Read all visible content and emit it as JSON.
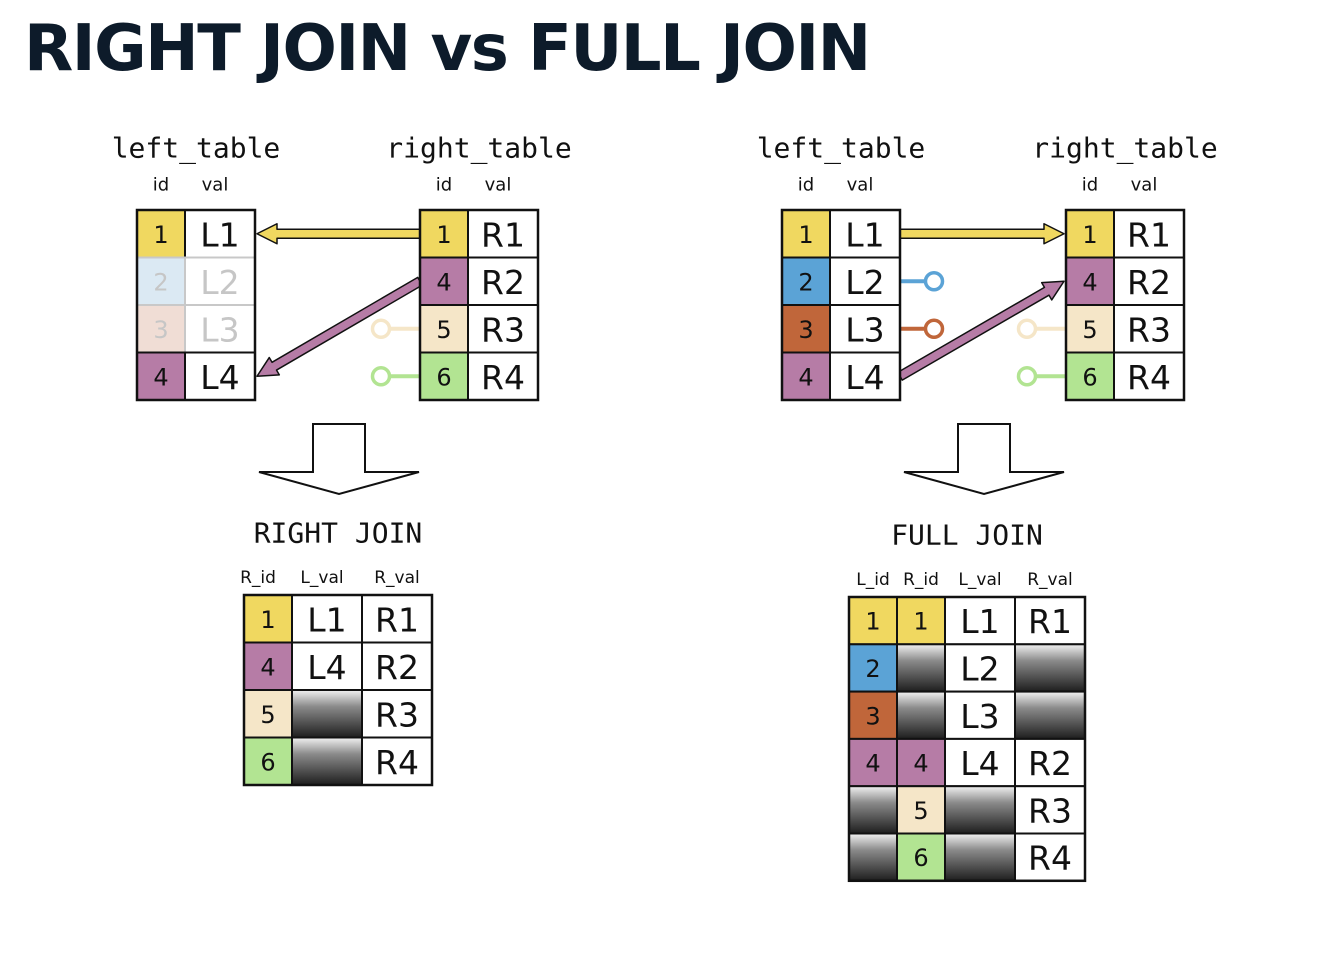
{
  "title": "RIGHT JOIN vs FULL JOIN",
  "colors": {
    "1": "#f0d860",
    "2": "#5ba3d6",
    "3": "#c0663a",
    "4": "#b67ca6",
    "5": "#f5e6c8",
    "6": "#b2e492",
    "2_faded": "#dbe9f3",
    "3_faded": "#f0ddd5",
    "arrow_match": "#f0d860",
    "arrow_match_4": "#b67ca6",
    "dangle_2": "#5ba3d6",
    "dangle_3": "#c0663a",
    "dangle_5": "#f5e6c8",
    "dangle_6": "#b2e492"
  },
  "right_join": {
    "left_table": {
      "name": "left_table",
      "headers": [
        "id",
        "val"
      ],
      "rows": [
        {
          "id": "1",
          "val": "L1",
          "faded": false
        },
        {
          "id": "2",
          "val": "L2",
          "faded": true
        },
        {
          "id": "3",
          "val": "L3",
          "faded": true
        },
        {
          "id": "4",
          "val": "L4",
          "faded": false
        }
      ]
    },
    "right_table": {
      "name": "right_table",
      "headers": [
        "id",
        "val"
      ],
      "rows": [
        {
          "id": "1",
          "val": "R1"
        },
        {
          "id": "4",
          "val": "R2"
        },
        {
          "id": "5",
          "val": "R3"
        },
        {
          "id": "6",
          "val": "R4"
        }
      ]
    },
    "result": {
      "label": "RIGHT JOIN",
      "headers": [
        "R_id",
        "L_val",
        "R_val"
      ],
      "rows": [
        {
          "cells": [
            {
              "id": "1"
            },
            {
              "text": "L1"
            },
            {
              "text": "R1"
            }
          ]
        },
        {
          "cells": [
            {
              "id": "4"
            },
            {
              "text": "L4"
            },
            {
              "text": "R2"
            }
          ]
        },
        {
          "cells": [
            {
              "id": "5"
            },
            {
              "null": true
            },
            {
              "text": "R3"
            }
          ]
        },
        {
          "cells": [
            {
              "id": "6"
            },
            {
              "null": true
            },
            {
              "text": "R4"
            }
          ]
        }
      ]
    }
  },
  "full_join": {
    "left_table": {
      "name": "left_table",
      "headers": [
        "id",
        "val"
      ],
      "rows": [
        {
          "id": "1",
          "val": "L1",
          "faded": false
        },
        {
          "id": "2",
          "val": "L2",
          "faded": false
        },
        {
          "id": "3",
          "val": "L3",
          "faded": false
        },
        {
          "id": "4",
          "val": "L4",
          "faded": false
        }
      ]
    },
    "right_table": {
      "name": "right_table",
      "headers": [
        "id",
        "val"
      ],
      "rows": [
        {
          "id": "1",
          "val": "R1"
        },
        {
          "id": "4",
          "val": "R2"
        },
        {
          "id": "5",
          "val": "R3"
        },
        {
          "id": "6",
          "val": "R4"
        }
      ]
    },
    "result": {
      "label": "FULL JOIN",
      "headers": [
        "L_id",
        "R_id",
        "L_val",
        "R_val"
      ],
      "rows": [
        {
          "cells": [
            {
              "id": "1"
            },
            {
              "id": "1"
            },
            {
              "text": "L1"
            },
            {
              "text": "R1"
            }
          ]
        },
        {
          "cells": [
            {
              "id": "2"
            },
            {
              "null": true
            },
            {
              "text": "L2"
            },
            {
              "null": true
            }
          ]
        },
        {
          "cells": [
            {
              "id": "3"
            },
            {
              "null": true
            },
            {
              "text": "L3"
            },
            {
              "null": true
            }
          ]
        },
        {
          "cells": [
            {
              "id": "4"
            },
            {
              "id": "4"
            },
            {
              "text": "L4"
            },
            {
              "text": "R2"
            }
          ]
        },
        {
          "cells": [
            {
              "null": true
            },
            {
              "id": "5"
            },
            {
              "null": true
            },
            {
              "text": "R3"
            }
          ]
        },
        {
          "cells": [
            {
              "null": true
            },
            {
              "id": "6"
            },
            {
              "null": true
            },
            {
              "text": "R4"
            }
          ]
        }
      ]
    }
  }
}
